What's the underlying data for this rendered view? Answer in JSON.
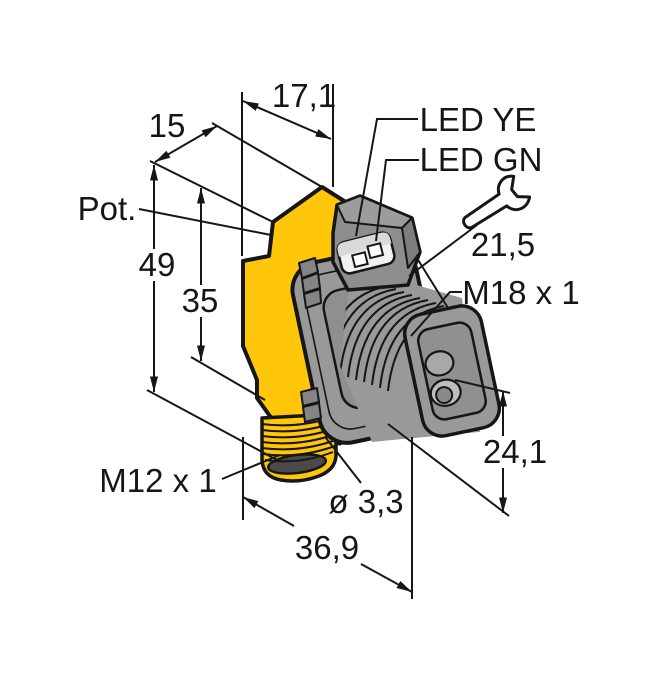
{
  "figure": {
    "type": "technical-dimension-drawing",
    "subject": "photoelectric sensor with right-angle housing",
    "background": "#ffffff",
    "colors": {
      "housing_yellow": "#ffc60a",
      "metal_gray": "#999999",
      "dark_gray": "#7d7d7d",
      "window_white": "#f2f2f2",
      "outline": "#161616"
    },
    "labels": {
      "pot": "Pot.",
      "led_yellow": "LED YE",
      "led_green": "LED GN",
      "front_thread": "M18 x 1",
      "connector_thread": "M12 x 1",
      "hole_diameter": "ø 3,3"
    },
    "dimensions_mm": {
      "d15": "15",
      "d17_1": "17,1",
      "d49": "49",
      "d35": "35",
      "d21_5": "21,5",
      "d24_1": "24,1",
      "d36_9": "36,9"
    },
    "icons": [
      {
        "name": "wrench-icon",
        "meaning": "spanner size for 21,5 mm hex"
      }
    ]
  }
}
